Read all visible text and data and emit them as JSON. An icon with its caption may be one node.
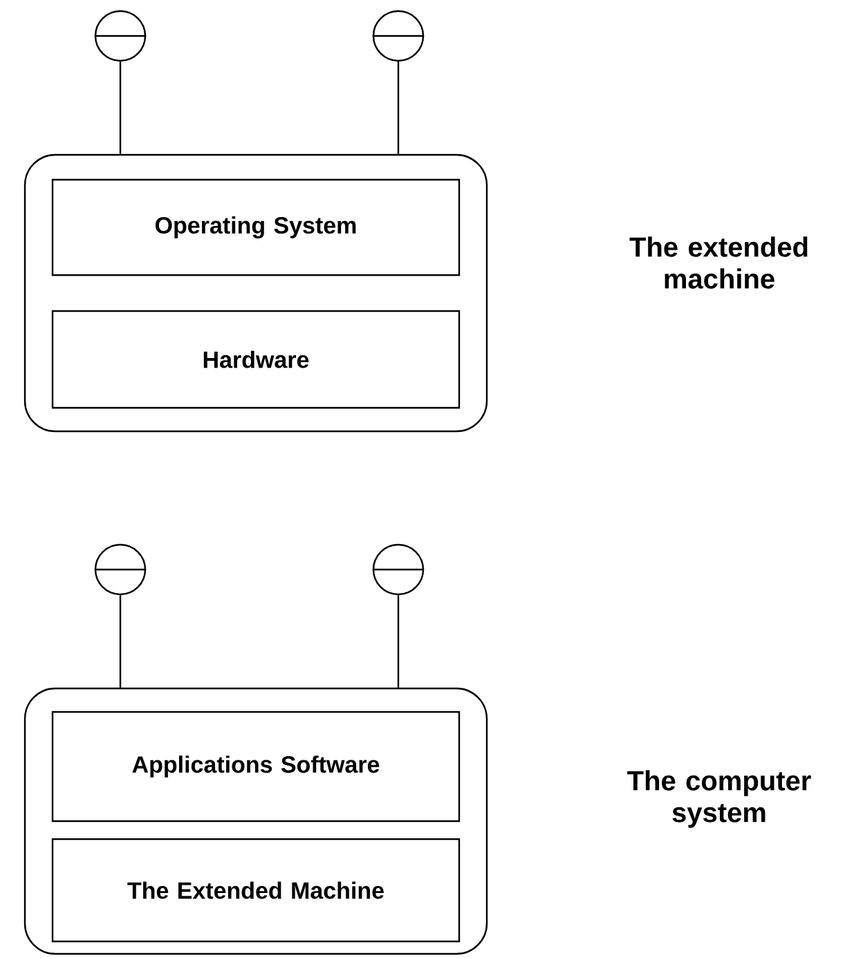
{
  "diagram": {
    "nodes": [
      {
        "text": [],
        "shape": "circle"
      },
      {
        "text": [],
        "shape": "circle"
      },
      {
        "text": [],
        "shape": "box"
      },
      {
        "text": [
          "Operating System"
        ],
        "in": 2
      },
      {
        "text": [
          "Hardware"
        ],
        "in": 2
      },
      {
        "text": [],
        "shape": "circle"
      },
      {
        "text": [],
        "shape": "circle"
      },
      {
        "text": [],
        "shape": "box"
      },
      {
        "text": [
          "Applications Software"
        ],
        "in": 7
      },
      {
        "text": [
          "The Extended Machine"
        ],
        "in": 7
      }
    ],
    "edges": [
      {
        "from": 0,
        "to": 2,
        "arrow": "none"
      },
      {
        "from": 1,
        "to": 2,
        "arrow": "none"
      },
      {
        "from": 5,
        "to": 7,
        "arrow": "none"
      },
      {
        "from": 6,
        "to": 7,
        "arrow": "none"
      }
    ],
    "labels": [
      "The extended machine",
      "The computer system"
    ]
  }
}
